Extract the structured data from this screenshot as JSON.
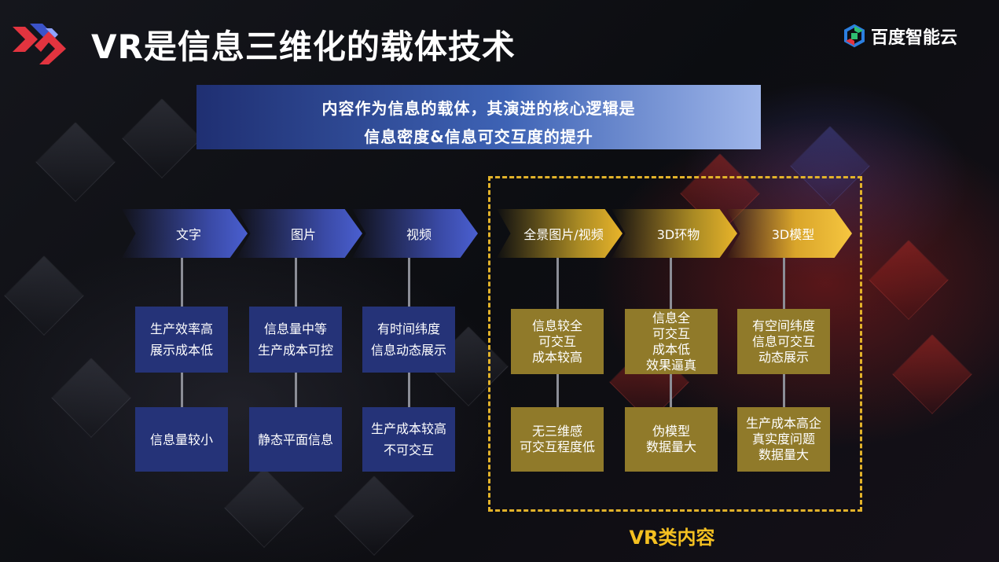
{
  "header": {
    "title": "VR是信息三维化的载体技术",
    "brand_name": "百度智能云"
  },
  "banner": {
    "line1": "内容作为信息的载体，其演进的核心逻辑是",
    "line2": "信息密度&信息可交互度的提升"
  },
  "stages": [
    {
      "label": "文字",
      "top": [
        "生产效率高",
        "展示成本低"
      ],
      "bottom": [
        "信息量较小"
      ]
    },
    {
      "label": "图片",
      "top": [
        "信息量中等",
        "生产成本可控"
      ],
      "bottom": [
        "静态平面信息"
      ]
    },
    {
      "label": "视频",
      "top": [
        "有时间纬度",
        "信息动态展示"
      ],
      "bottom": [
        "生产成本较高",
        "不可交互"
      ]
    },
    {
      "label": "全景图片/视频",
      "top": [
        "信息较全",
        "可交互",
        "成本较高"
      ],
      "bottom": [
        "无三维感",
        "可交互程度低"
      ]
    },
    {
      "label": "3D环物",
      "top": [
        "信息全",
        "可交互",
        "成本低",
        "效果逼真"
      ],
      "bottom": [
        "伪模型",
        "数据量大"
      ]
    },
    {
      "label": "3D模型",
      "top": [
        "有空间纬度",
        "信息可交互",
        "动态展示"
      ],
      "bottom": [
        "生产成本高企",
        "真实度问题",
        "数据量大"
      ]
    }
  ],
  "vr_group_label": "VR类内容",
  "colors": {
    "blue_box": "#253378",
    "gold_box": "#907a2a",
    "accent_gold": "#f4c021",
    "brand_green": "#2fbf71",
    "brand_blue": "#2b7fe0"
  }
}
